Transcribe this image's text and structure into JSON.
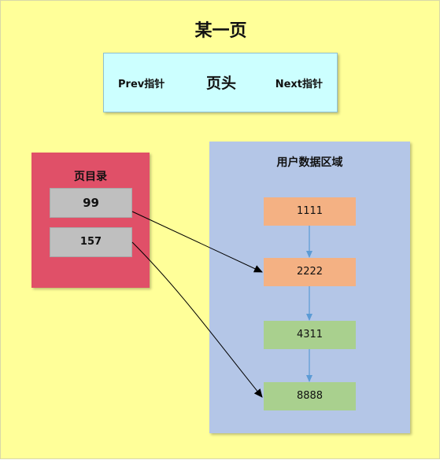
{
  "title": "某一页",
  "header": {
    "prev_label": "Prev指针",
    "label": "页头",
    "next_label": "Next指针"
  },
  "directory": {
    "title": "页目录",
    "slots": [
      {
        "value": "99",
        "points_to": 1
      },
      {
        "value": "157",
        "points_to": 3
      }
    ]
  },
  "user_data": {
    "title": "用户数据区域",
    "records": [
      {
        "value": "1111",
        "color": "#f4b183"
      },
      {
        "value": "2222",
        "color": "#f4b183"
      },
      {
        "value": "4311",
        "color": "#a9d08e"
      },
      {
        "value": "8888",
        "color": "#a9d08e"
      }
    ]
  },
  "colors": {
    "background": "#ffff99",
    "header": "#ccffff",
    "directory": "#e05068",
    "user_area": "#b4c6e7",
    "chain_arrow": "#5b9bd5",
    "slot_arrow": "#000000"
  }
}
